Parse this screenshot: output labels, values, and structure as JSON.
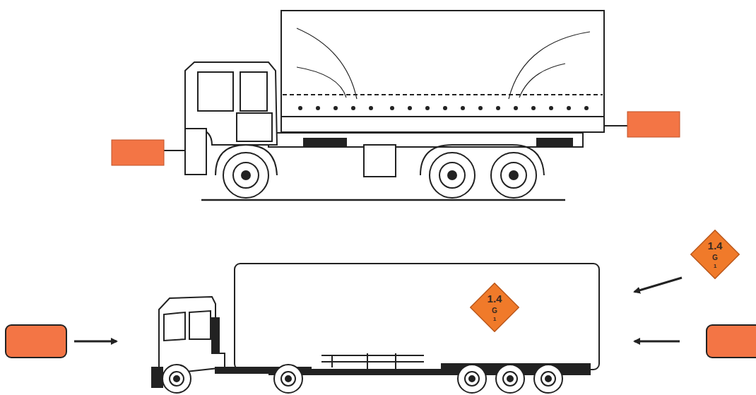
{
  "diagram": {
    "nodes": [
      {
        "text": [
          "1.4",
          "G",
          "1"
        ]
      },
      {
        "text": [
          "1.4",
          "G",
          "1"
        ]
      }
    ]
  }
}
